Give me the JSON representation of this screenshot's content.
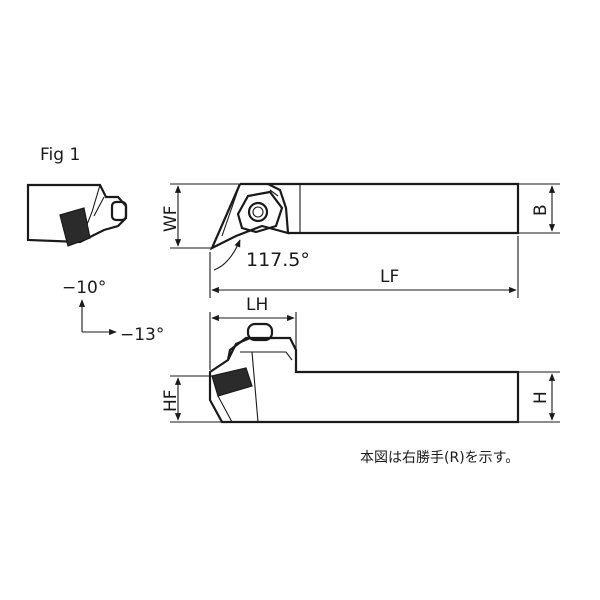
{
  "figure_label": "Fig 1",
  "dimensions": {
    "WF": "WF",
    "B": "B",
    "LF": "LF",
    "LH": "LH",
    "HF": "HF",
    "H": "H"
  },
  "angles": {
    "approach": "117.5°",
    "rake_vertical": "−10°",
    "rake_horizontal": "−13°"
  },
  "note": "本図は右勝手(R)を示す。"
}
